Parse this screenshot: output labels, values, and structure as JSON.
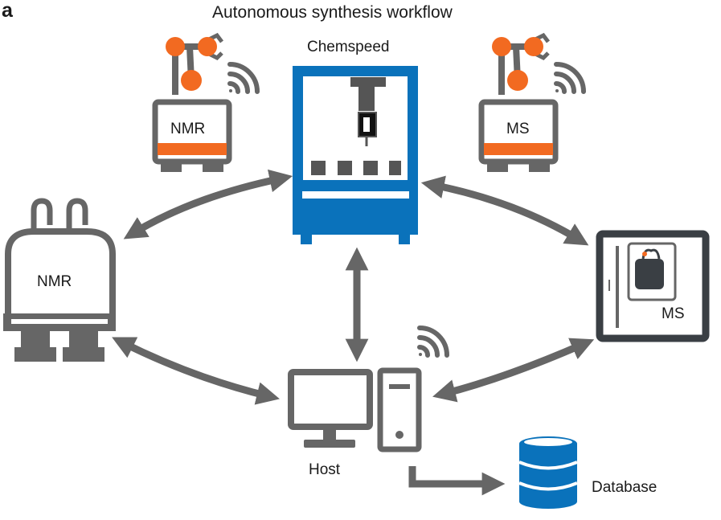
{
  "panel_letter": "a",
  "title": "Autonomous synthesis workflow",
  "nodes": {
    "chemspeed": {
      "label": "Chemspeed"
    },
    "robot_left": {
      "label": "NMR"
    },
    "robot_right": {
      "label": "MS"
    },
    "nmr_instrument": {
      "label": "NMR"
    },
    "ms_instrument": {
      "label": "MS"
    },
    "host": {
      "label": "Host"
    },
    "database": {
      "label": "Database"
    }
  },
  "colors": {
    "chemspeed_blue": "#0a72bb",
    "robot_orange": "#f26a21",
    "equipment_grey": "#666666",
    "ms_frame": "#3a3f44",
    "arrow_grey": "#666666"
  },
  "icons": [
    "robot-arm-icon",
    "wifi-icon",
    "nmr-magnet-icon",
    "ms-instrument-icon",
    "monitor-icon",
    "server-tower-icon",
    "database-icon"
  ]
}
